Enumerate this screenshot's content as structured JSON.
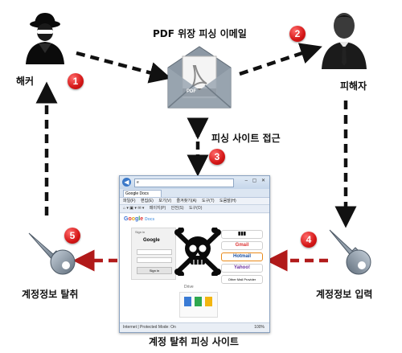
{
  "labels": {
    "hacker": "해커",
    "email": "PDF 위장 피싱 이메일",
    "victim": "피해자",
    "site_access": "피싱 사이트 접근",
    "steal": "계정정보 탈취",
    "input": "계정정보 입력",
    "phishing_site": "계정 탈취 피싱 사이트"
  },
  "steps": [
    "1",
    "2",
    "3",
    "4",
    "5"
  ],
  "pdf_icon_text": "PDF",
  "browser": {
    "address": "e",
    "tab": "Google Docs",
    "menu": [
      "파일(F)",
      "편집(E)",
      "보기(V)",
      "즐겨찾기(A)",
      "도구(T)",
      "도움말(H)"
    ],
    "toolbar": [
      "페이지(P)",
      "안전(S)",
      "도구(O)"
    ],
    "logo_text": "Google Docs",
    "signin_title": "Sign in",
    "signin_brand": "Google",
    "signin_button": "Sign in",
    "providers": [
      "",
      "Gmail",
      "Hotmail",
      "Yahoo!",
      "Other Mail Provider"
    ],
    "share_label": "Drive",
    "status_text": "Internet | Protected Mode: On",
    "zoom": "100%"
  },
  "colors": {
    "arrow_black": "#111111",
    "arrow_red": "#b11a1a",
    "badge_red": "#d41616"
  }
}
